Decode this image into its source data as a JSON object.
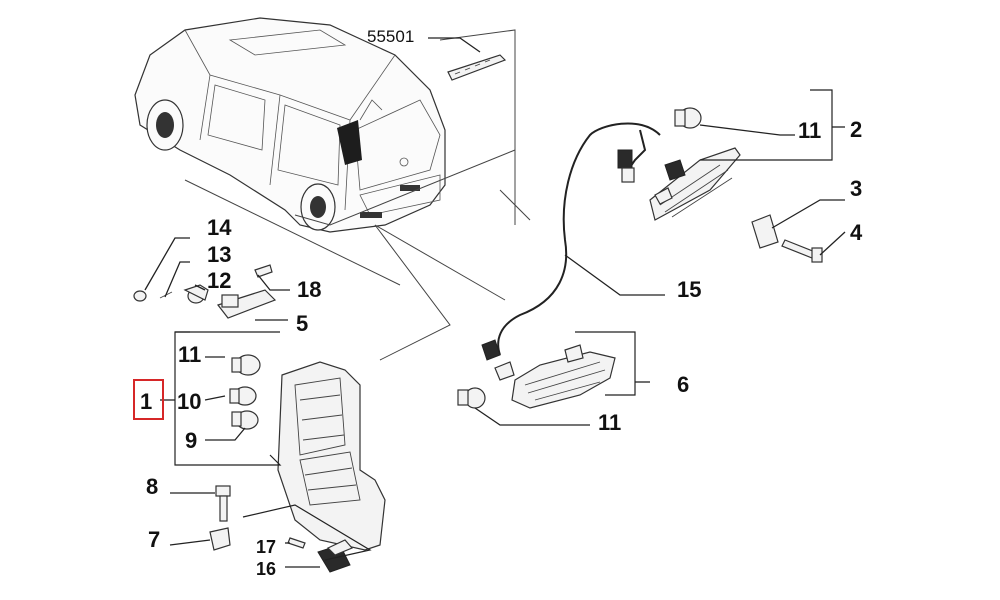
{
  "highlight_color": "#d62728",
  "ink_color": "#111111",
  "callouts": {
    "c55501": "55501",
    "c1": "1",
    "c2": "2",
    "c3": "3",
    "c4": "4",
    "c5": "5",
    "c6": "6",
    "c7": "7",
    "c8": "8",
    "c9": "9",
    "c10": "10",
    "c11_side_top": "11",
    "c11_side_bottom": "11",
    "c11_tail": "11",
    "c12": "12",
    "c13": "13",
    "c14": "14",
    "c15": "15",
    "c16": "16",
    "c17": "17",
    "c18": "18"
  },
  "highlighted_part": "1"
}
